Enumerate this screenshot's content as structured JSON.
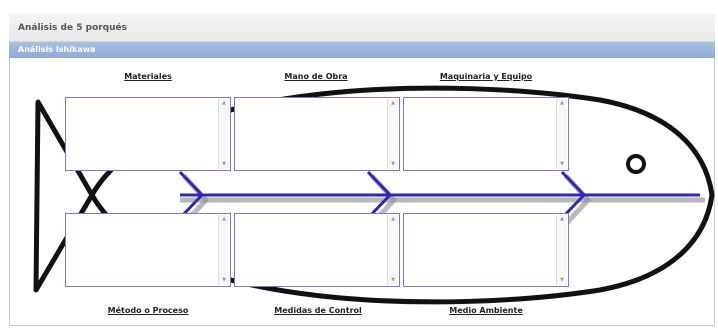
{
  "window": {
    "title": "Análisis de 5 porqués"
  },
  "panel": {
    "title": "Análisis Ishikawa"
  },
  "icons": {
    "scroll_up": "▲",
    "scroll_down": "▼"
  },
  "colors": {
    "spine": "#2b27b8",
    "box_border": "#7f78c8",
    "panel": "#97b0dc"
  },
  "categories": {
    "top": [
      {
        "label": "Materiales",
        "value": ""
      },
      {
        "label": "Mano de Obra",
        "value": ""
      },
      {
        "label": "Maquinaria y Equipo",
        "value": ""
      }
    ],
    "bottom": [
      {
        "label": "Método o Proceso",
        "value": ""
      },
      {
        "label": "Medidas de Control",
        "value": ""
      },
      {
        "label": "Medio Ambiente",
        "value": ""
      }
    ]
  }
}
